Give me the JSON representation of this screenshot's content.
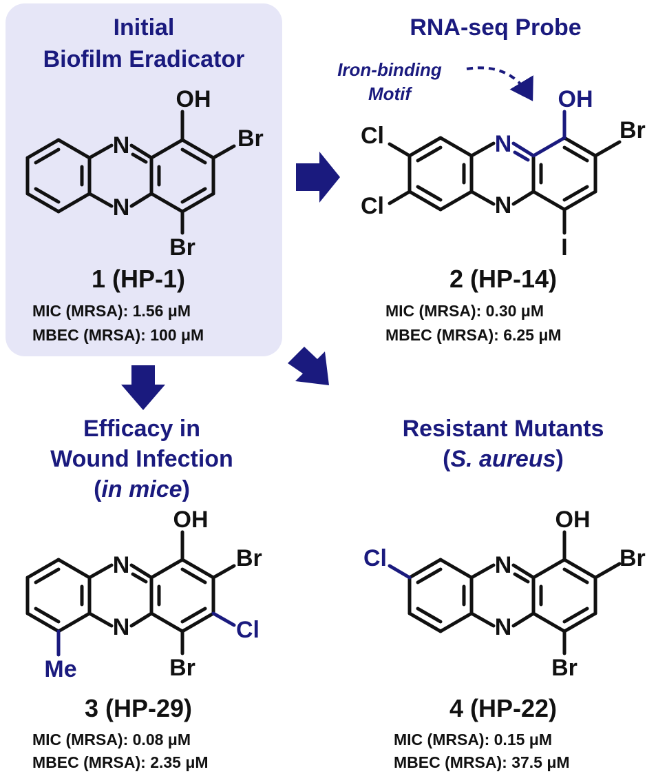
{
  "panels": [
    {
      "id": "p1",
      "header": [
        "Initial",
        "Biofilm Eradicator"
      ],
      "compound": "1 (HP-1)",
      "mic": "MIC (MRSA): 1.56 μM",
      "mbec": "MBEC (MRSA): 100 μM",
      "atoms": {
        "oh": "OH",
        "n_top": "N",
        "n_bot": "N",
        "br_right": "Br",
        "br_bottom": "Br"
      }
    },
    {
      "id": "p2",
      "header": [
        "RNA-seq Probe"
      ],
      "motif_label": [
        "Iron-binding",
        "Motif"
      ],
      "compound": "2 (HP-14)",
      "mic": "MIC (MRSA): 0.30 μM",
      "mbec": "MBEC (MRSA): 6.25 μM",
      "atoms": {
        "oh": "OH",
        "n_top": "N",
        "n_bot": "N",
        "br_right": "Br",
        "i_bottom": "I",
        "cl_top": "Cl",
        "cl_bot": "Cl"
      }
    },
    {
      "id": "p3",
      "header": [
        "Efficacy in",
        "Wound Infection"
      ],
      "header_paren": {
        "open": "(",
        "italic": "in mice",
        "close": ")"
      },
      "compound": "3 (HP-29)",
      "mic": "MIC (MRSA): 0.08 μM",
      "mbec": "MBEC (MRSA): 2.35 μM",
      "atoms": {
        "oh": "OH",
        "n_top": "N",
        "n_bot": "N",
        "br_right": "Br",
        "br_bottom": "Br",
        "cl": "Cl",
        "me": "Me"
      }
    },
    {
      "id": "p4",
      "header": [
        "Resistant Mutants"
      ],
      "header_paren": {
        "open": "(",
        "italic": "S. aureus",
        "close": ")"
      },
      "compound": "4 (HP-22)",
      "mic": "MIC (MRSA): 0.15 μM",
      "mbec": "MBEC (MRSA): 37.5 μM",
      "atoms": {
        "oh": "OH",
        "n_top": "N",
        "n_bot": "N",
        "br_right": "Br",
        "br_bottom": "Br",
        "cl": "Cl"
      }
    }
  ],
  "colors": {
    "accent": "#1a1a7e",
    "highlight_box": "#e6e6f7",
    "ink": "#111111"
  }
}
